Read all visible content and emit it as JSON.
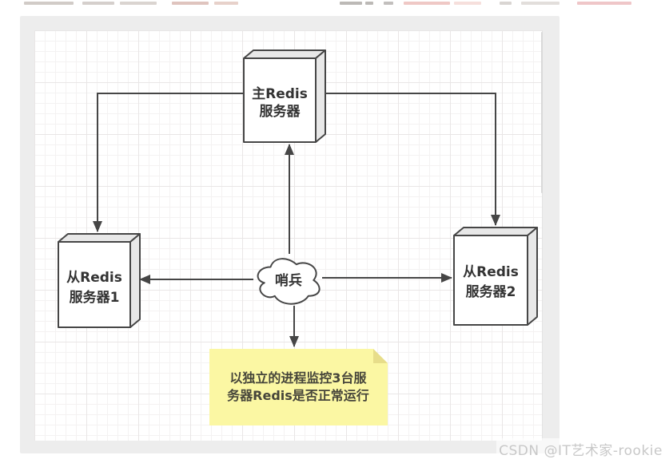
{
  "page": {
    "watermark": "CSDN @IT艺术家-rookie"
  },
  "diagram": {
    "nodes": {
      "master": {
        "type": "cube",
        "line1": "主Redis",
        "line2": "服务器"
      },
      "slave1": {
        "type": "cube",
        "line1": "从Redis",
        "line2": "服务器1"
      },
      "slave2": {
        "type": "cube",
        "line1": "从Redis",
        "line2": "服务器2"
      },
      "sentinel": {
        "type": "cloud",
        "label": "哨兵"
      }
    },
    "note": {
      "lines": [
        "以独立的进程监控3台服",
        "务器Redis是否正常运行"
      ]
    },
    "edges": [
      {
        "from": "master",
        "to": "slave1",
        "arrow": "to"
      },
      {
        "from": "master",
        "to": "slave2",
        "arrow": "to"
      },
      {
        "from": "sentinel",
        "to": "master",
        "arrow": "to"
      },
      {
        "from": "sentinel",
        "to": "slave1",
        "arrow": "to"
      },
      {
        "from": "sentinel",
        "to": "slave2",
        "arrow": "to"
      },
      {
        "from": "sentinel",
        "to": "note",
        "arrow": "to"
      }
    ],
    "colors": {
      "line": "#464646",
      "box_fill": "#ffffff",
      "box_shade": "#e8e8e8",
      "note_fill": "#fbf7a3",
      "note_fold": "#e7dd8a",
      "panel_bg": "#ededed",
      "text": "#333333",
      "watermark": "#c8c8c8"
    }
  }
}
